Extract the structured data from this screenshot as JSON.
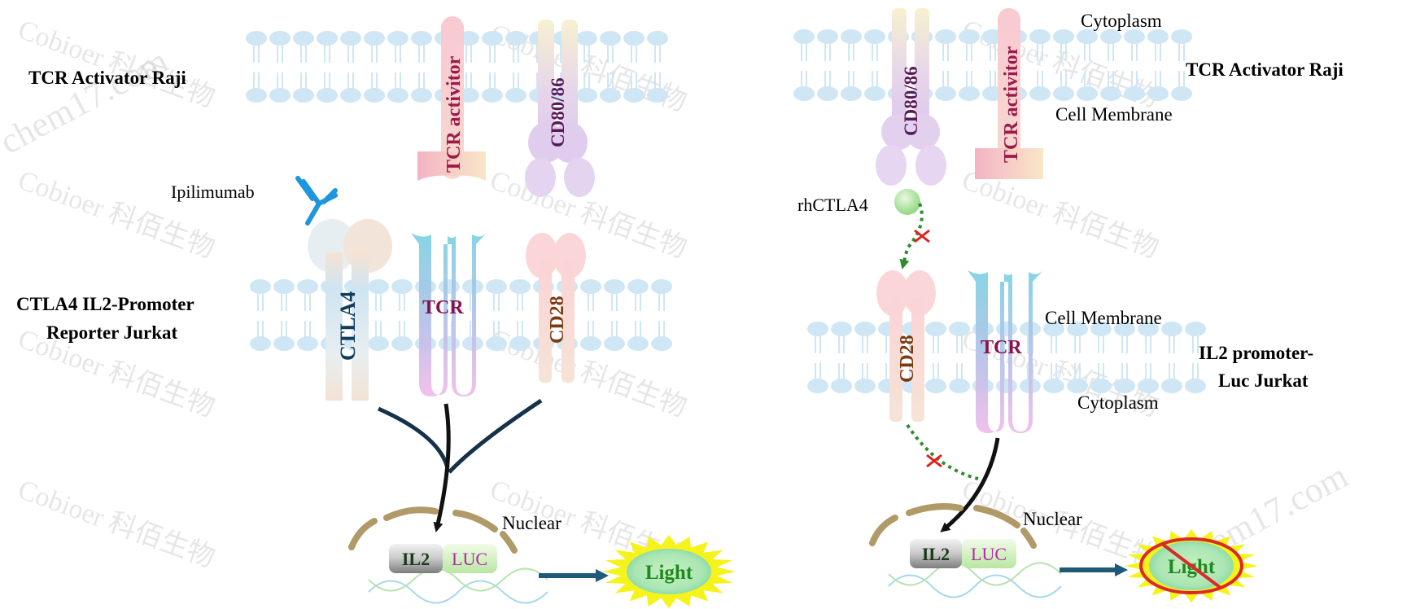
{
  "watermark": {
    "brand": "Cobioer",
    "cn": "科佰生物",
    "site": "chem17.com"
  },
  "left": {
    "cell_top_label": "TCR Activator Raji",
    "cell_bottom_label_line1": "CTLA4 IL2-Promoter",
    "cell_bottom_label_line2": "Reporter Jurkat",
    "tcr_activator": "TCR activitor",
    "cd80_86": "CD80/86",
    "antibody": "Ipilimumab",
    "ctla4": "CTLA4",
    "tcr": "TCR",
    "cd28": "CD28",
    "nuclear": "Nuclear",
    "il2": "IL2",
    "luc": "LUC",
    "light": "Light"
  },
  "right": {
    "cytoplasm_top": "Cytoplasm",
    "cell_top_label": "TCR Activator Raji",
    "membrane_top": "Cell Membrane",
    "cd80_86": "CD80/86",
    "tcr_activator": "TCR activitor",
    "rhctla4": "rhCTLA4",
    "cd28": "CD28",
    "tcr": "TCR",
    "membrane_bottom": "Cell Membrane",
    "cell_bottom_label_line1": "IL2 promoter-",
    "cell_bottom_label_line2": "Luc Jurkat",
    "cytoplasm_bottom": "Cytoplasm",
    "nuclear": "Nuclear",
    "il2": "IL2",
    "luc": "LUC",
    "light": "Light"
  },
  "colors": {
    "arrow_dark": "#1e5a78",
    "signal_black": "#111111",
    "blocked_green": "#2e8b2e",
    "block_red": "#e0201b",
    "membrane": "#cfe6f5",
    "light_burst": "#f5f21c",
    "light_text": "#1f8a1f"
  }
}
